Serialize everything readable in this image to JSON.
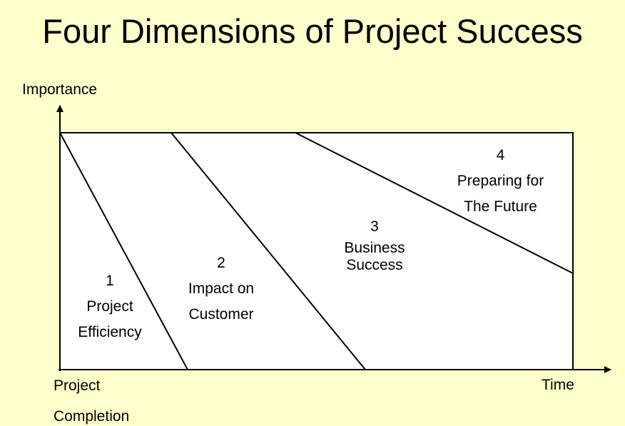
{
  "title": "Four Dimensions of Project Success",
  "axes": {
    "y_label": "Importance",
    "x_label": "Time",
    "origin_label_line1": "Project",
    "origin_label_line2": "Completion"
  },
  "regions": [
    {
      "number": "1",
      "name_line1": "Project",
      "name_line2": "Efficiency"
    },
    {
      "number": "2",
      "name_line1": "Impact on",
      "name_line2": "Customer"
    },
    {
      "number": "3",
      "name_line1": "Business",
      "name_line2": "Success"
    },
    {
      "number": "4",
      "name_line1": "Preparing for",
      "name_line2": "The Future"
    }
  ],
  "colors": {
    "background": "#ffffcc",
    "box_fill": "#ffffff",
    "line": "#000000"
  }
}
